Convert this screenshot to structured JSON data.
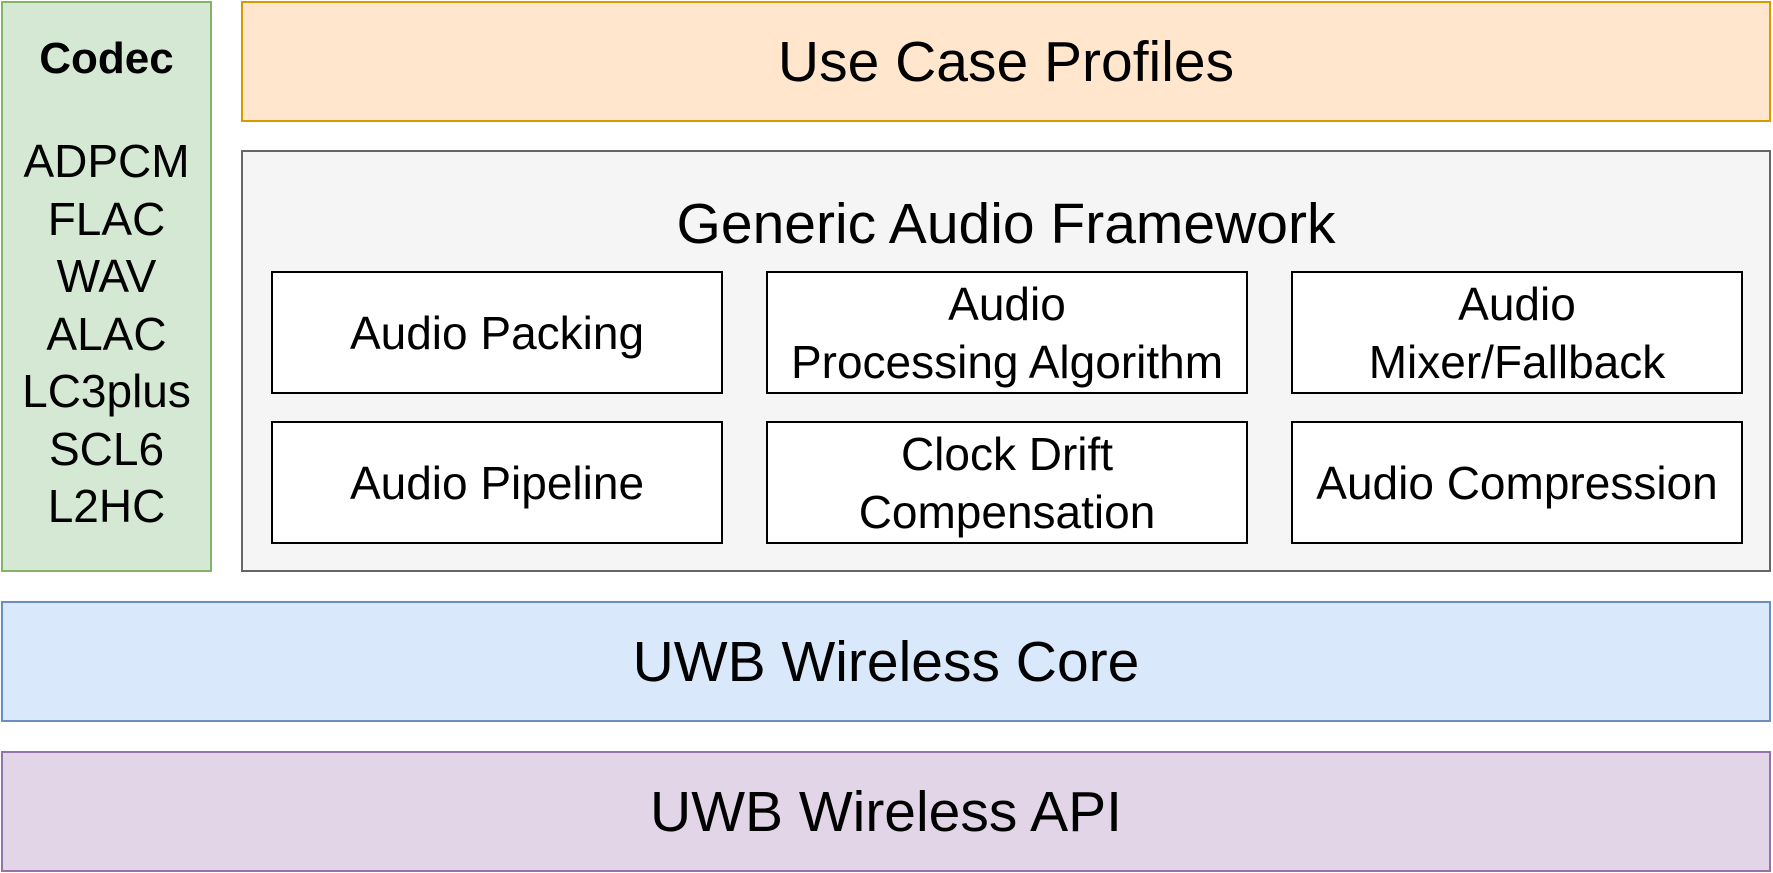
{
  "colors": {
    "codec_fill": "#d5e8d4",
    "codec_border": "#82b366",
    "use_case_fill": "#ffe6cc",
    "use_case_border": "#d79b00",
    "framework_fill": "#f5f5f5",
    "framework_border": "#666666",
    "core_fill": "#dae8fc",
    "core_border": "#6c8ebf",
    "api_fill": "#e1d5e7",
    "api_border": "#9673a6",
    "component_fill": "#ffffff",
    "component_border": "#000000"
  },
  "codec": {
    "title": "Codec",
    "items": [
      "ADPCM",
      "FLAC",
      "WAV",
      "ALAC",
      "LC3plus",
      "SCL6",
      "L2HC"
    ]
  },
  "use_case_profiles": {
    "label": "Use Case Profiles"
  },
  "framework": {
    "title": "Generic Audio Framework",
    "components": [
      {
        "label": "Audio Packing"
      },
      {
        "label": "Audio\nProcessing Algorithm"
      },
      {
        "label": "Audio\nMixer/Fallback"
      },
      {
        "label": "Audio Pipeline"
      },
      {
        "label": "Clock Drift\nCompensation"
      },
      {
        "label": "Audio Compression"
      }
    ]
  },
  "uwb_core": {
    "label": "UWB Wireless Core"
  },
  "uwb_api": {
    "label": "UWB Wireless API"
  }
}
